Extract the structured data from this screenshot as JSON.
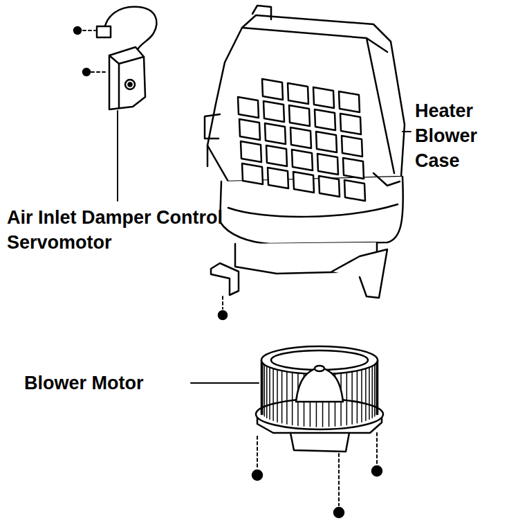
{
  "diagram": {
    "labels": [
      "Heater Blower Case",
      "Air Inlet Damper Control Servomotor",
      "Blower Motor"
    ]
  }
}
